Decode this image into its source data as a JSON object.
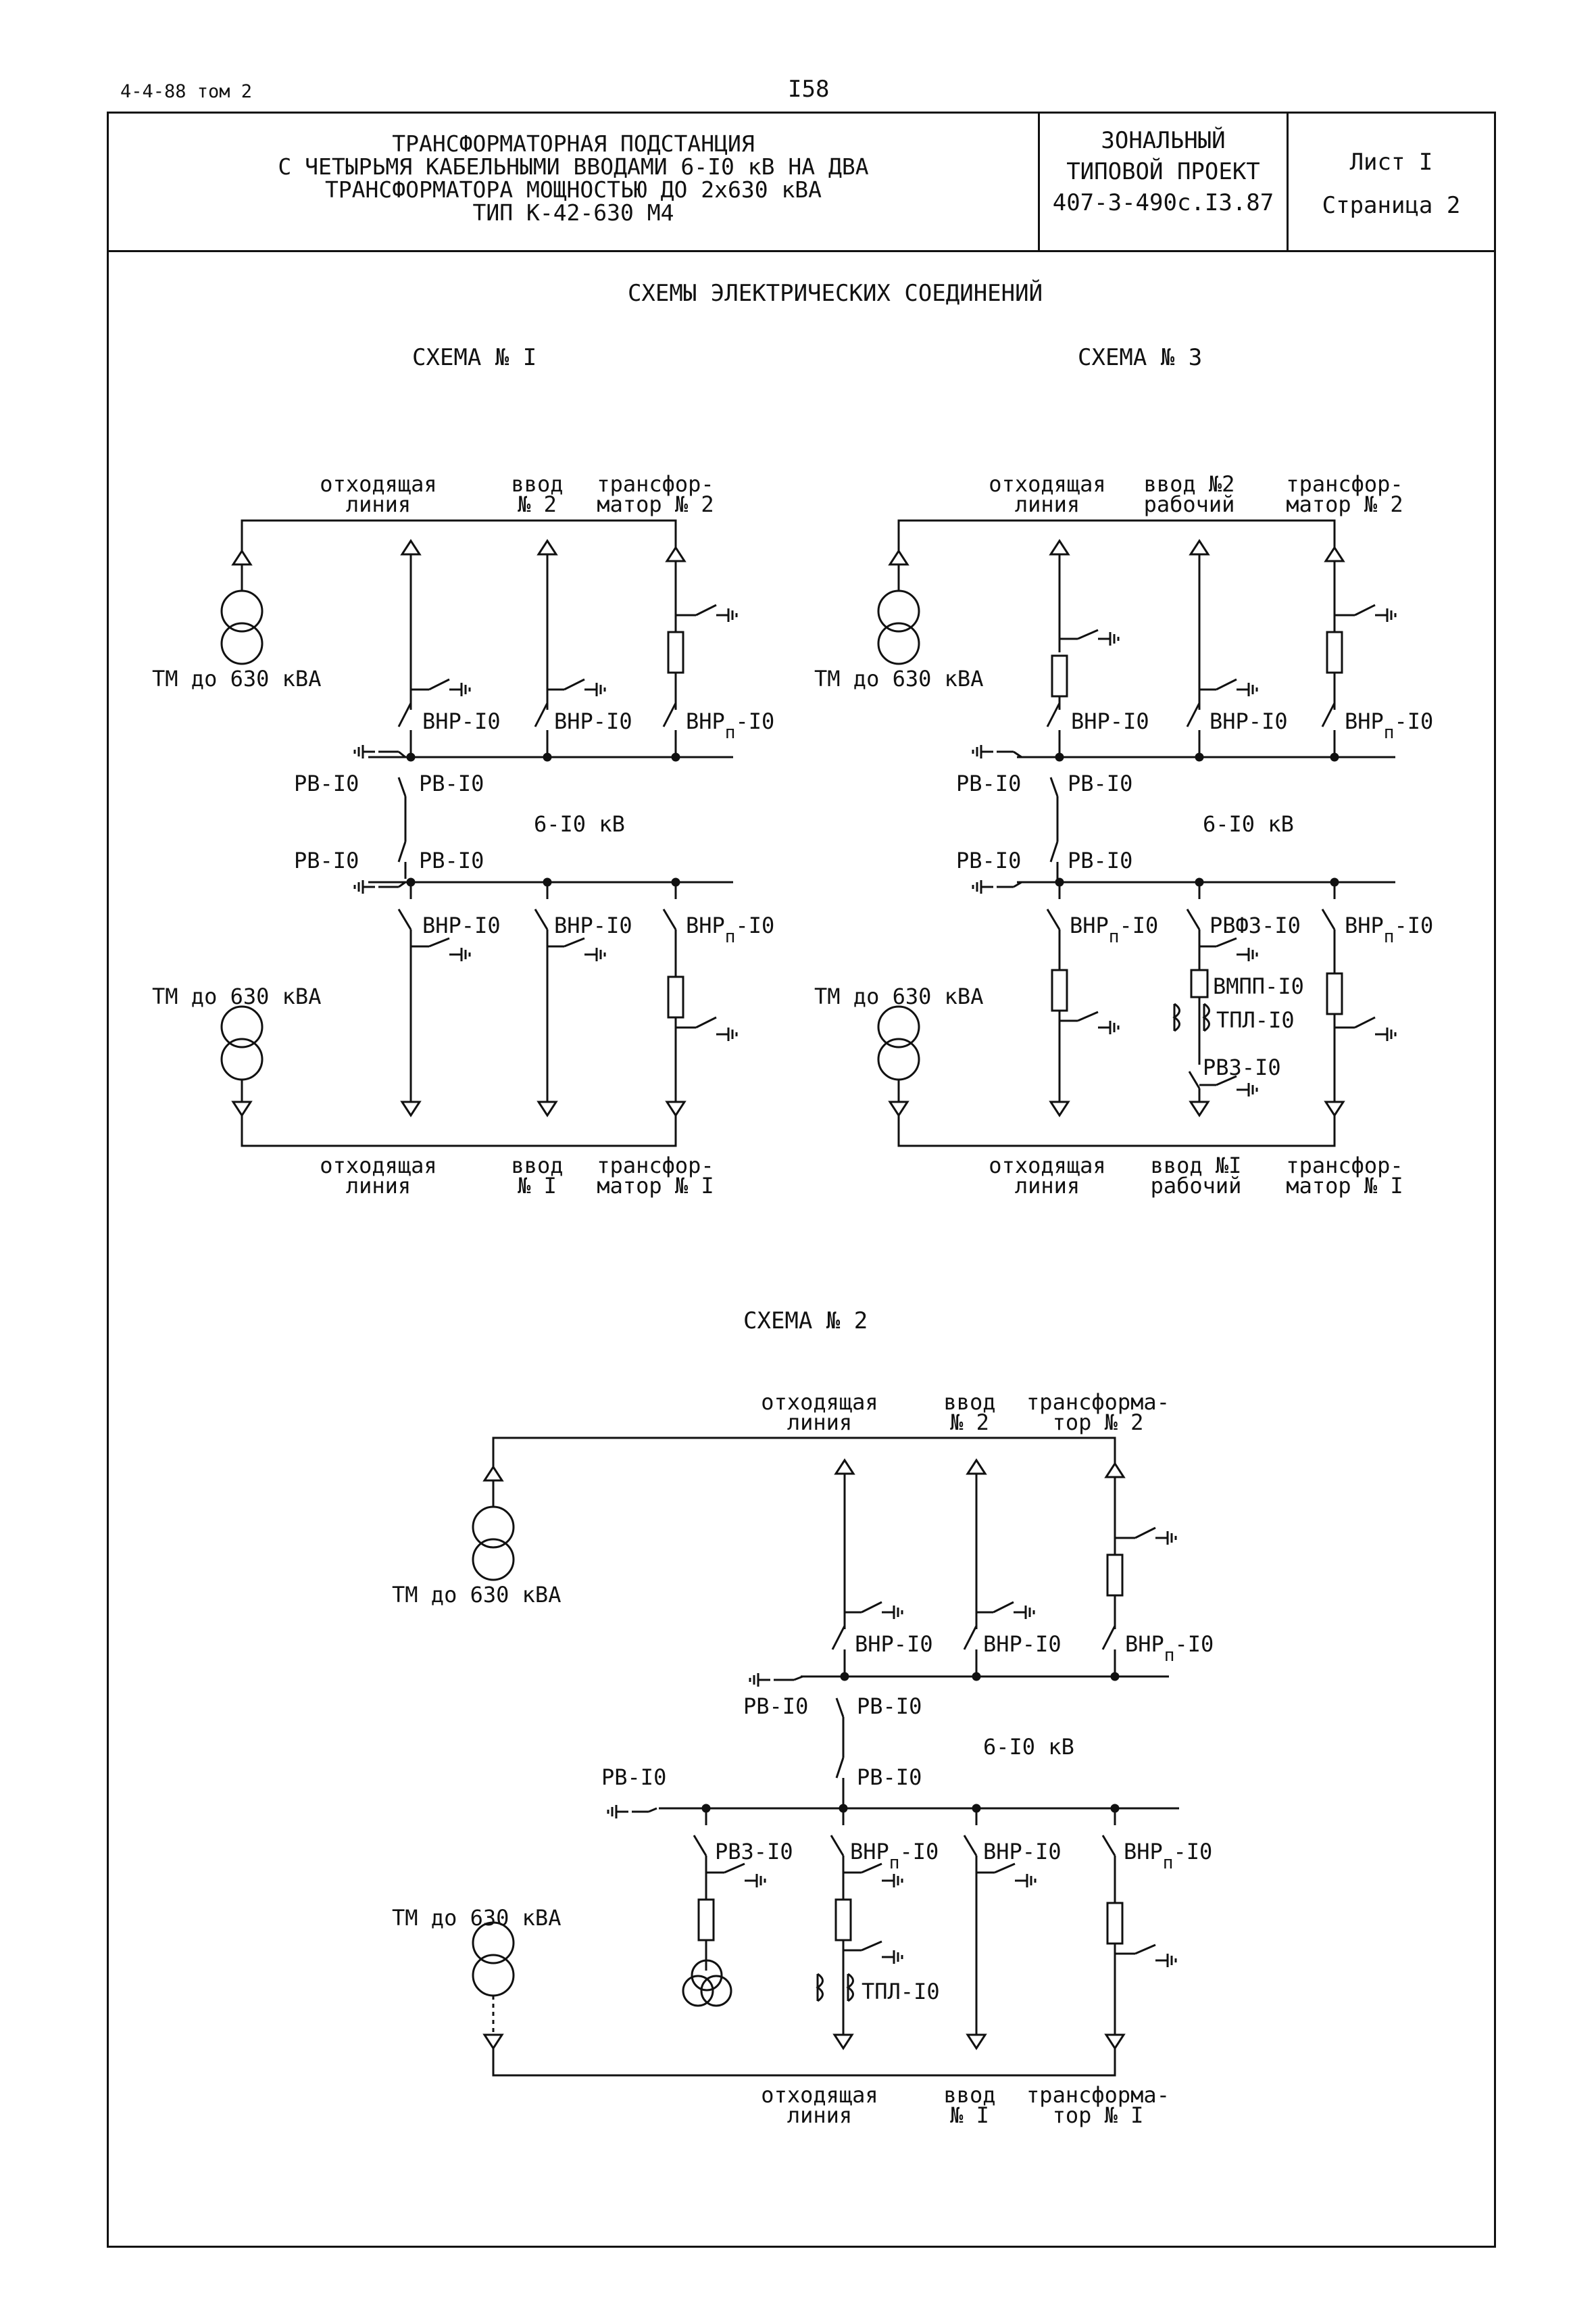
{
  "header": {
    "doc_ref": "4-4-88 том 2",
    "page_number": "I58"
  },
  "title_block": {
    "title_lines": [
      "ТРАНСФОРМАТОРНАЯ ПОДСТАНЦИЯ",
      "С ЧЕТЫРЬМЯ КАБЕЛЬНЫМИ ВВОДАМИ 6-I0 кВ НА ДВА",
      "ТРАНСФОРМАТОРА МОЩНОСТЬЮ ДО 2х630 кВА",
      "ТИП К-42-630 М4"
    ],
    "project_lines": [
      "ЗОНАЛЬНЫЙ",
      "ТИПОВОЙ ПРОЕКТ",
      "407-3-490с.I3.87"
    ],
    "sheet_lines": [
      "Лист I",
      "Страница 2"
    ]
  },
  "diagram": {
    "heading": "СХЕМЫ ЭЛЕКТРИЧЕСКИХ СОЕДИНЕНИЙ",
    "scheme1": {
      "title": "СХЕМА № I",
      "top_labels": [
        [
          "отходящая",
          "линия"
        ],
        [
          "ввод",
          "№ 2"
        ],
        [
          "трансфор-",
          "матор № 2"
        ]
      ],
      "bottom_labels": [
        [
          "отходящая",
          "линия"
        ],
        [
          "ввод",
          "№ I"
        ],
        [
          "трансфор-",
          "матор № I"
        ]
      ],
      "transformer_label": "ТМ до 630 кВА",
      "switch_label": "ВНР-I0",
      "switch_p_label": "ВНР",
      "sub_p": "п",
      "suffix": "-I0",
      "disconnector_label": "РВ-I0",
      "voltage_label": "6-I0 кВ"
    },
    "scheme3": {
      "title": "СХЕМА № 3",
      "top_labels": [
        [
          "отходящая",
          "линия"
        ],
        [
          "ввод №2",
          "рабочий"
        ],
        [
          "трансфор-",
          "матор № 2"
        ]
      ],
      "bottom_labels": [
        [
          "отходящая",
          "линия"
        ],
        [
          "ввод №I",
          "рабочий"
        ],
        [
          "трансфор-",
          "матор № I"
        ]
      ],
      "transformer_label": "ТМ до 630 кВА",
      "switch_label": "ВНР-I0",
      "disconnector_label": "РВ-I0",
      "voltage_label": "6-I0 кВ",
      "rvfz_label": "РВФЗ-I0",
      "vmpp_label": "ВМПП-I0",
      "tpl_label": "ТПЛ-I0",
      "rvz_label": "РВЗ-I0"
    },
    "scheme2": {
      "title": "СХЕМА № 2",
      "top_labels": [
        [
          "отходящая",
          "линия"
        ],
        [
          "ввод",
          "№ 2"
        ],
        [
          "трансформа-",
          "тор № 2"
        ]
      ],
      "bottom_labels": [
        [
          "отходящая",
          "линия"
        ],
        [
          "ввод",
          "№ I"
        ],
        [
          "трансформа-",
          "тор № I"
        ]
      ],
      "transformer_label": "ТМ до 630 кВА",
      "switch_label": "ВНР-I0",
      "disconnector_label": "РВ-I0",
      "voltage_label": "6-I0 кВ",
      "rvz_label": "РВЗ-I0",
      "tpl_label": "ТПЛ-I0"
    }
  }
}
